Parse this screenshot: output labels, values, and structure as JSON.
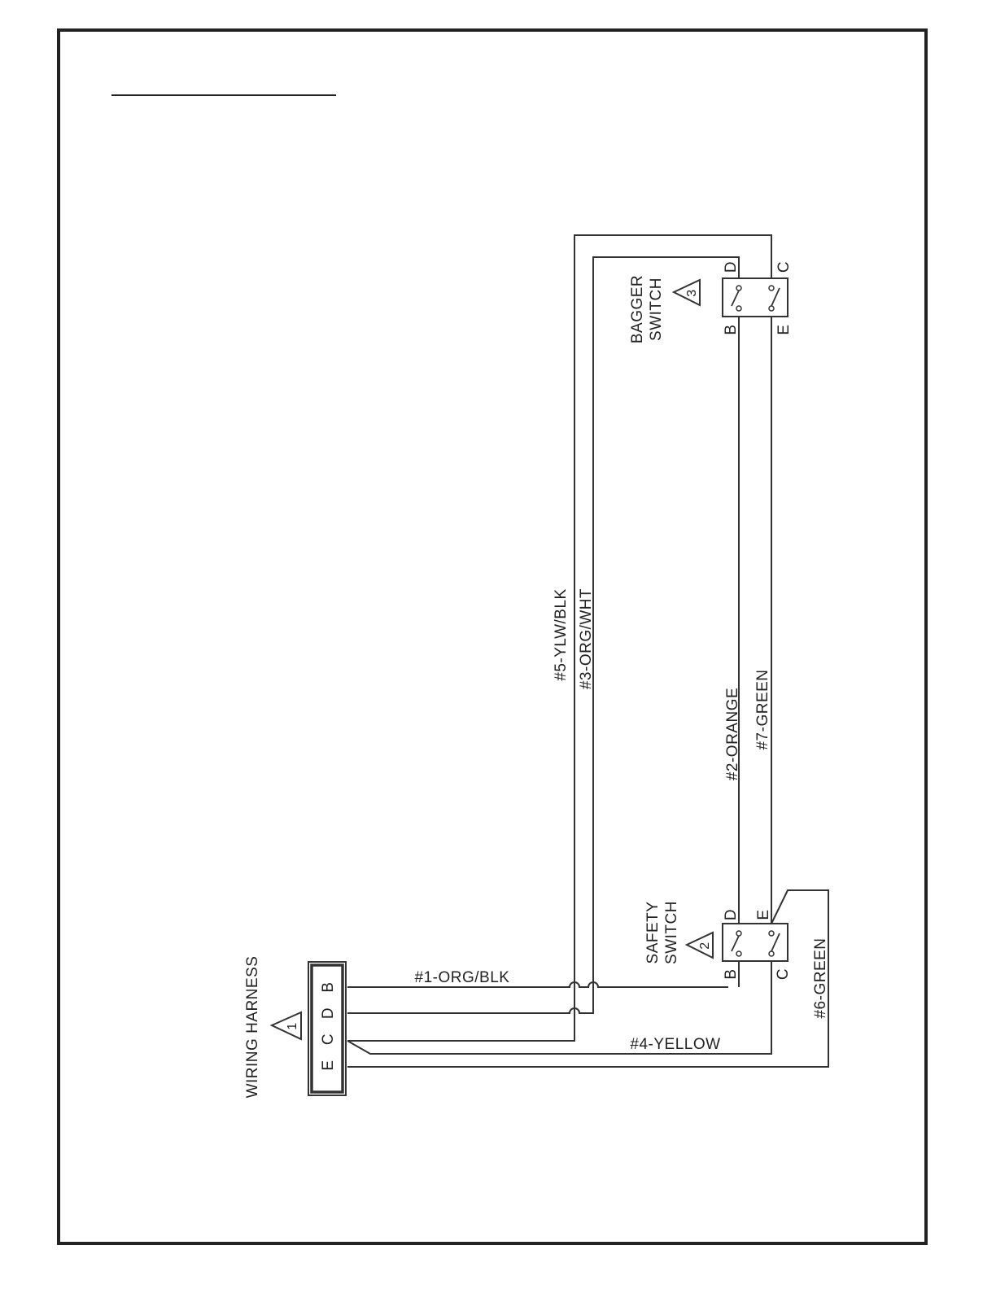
{
  "harness": {
    "title": "WIRING HARNESS",
    "callout": "1",
    "pins": [
      "B",
      "D",
      "C",
      "E"
    ]
  },
  "safety_switch": {
    "title_line1": "SAFETY",
    "title_line2": "SWITCH",
    "callout": "2",
    "terminals": {
      "d": "D",
      "e": "E",
      "b": "B",
      "c": "C"
    }
  },
  "bagger_switch": {
    "title_line1": "BAGGER",
    "title_line2": "SWITCH",
    "callout": "3",
    "terminals": {
      "d": "D",
      "c": "C",
      "b": "B",
      "e": "E"
    }
  },
  "wires": {
    "w1": "#1-ORG/BLK",
    "w2": "#2-ORANGE",
    "w3": "#3-ORG/WHT",
    "w4": "#4-YELLOW",
    "w5": "#5-YLW/BLK",
    "w6": "#6-GREEN",
    "w7": "#7-GREEN"
  }
}
